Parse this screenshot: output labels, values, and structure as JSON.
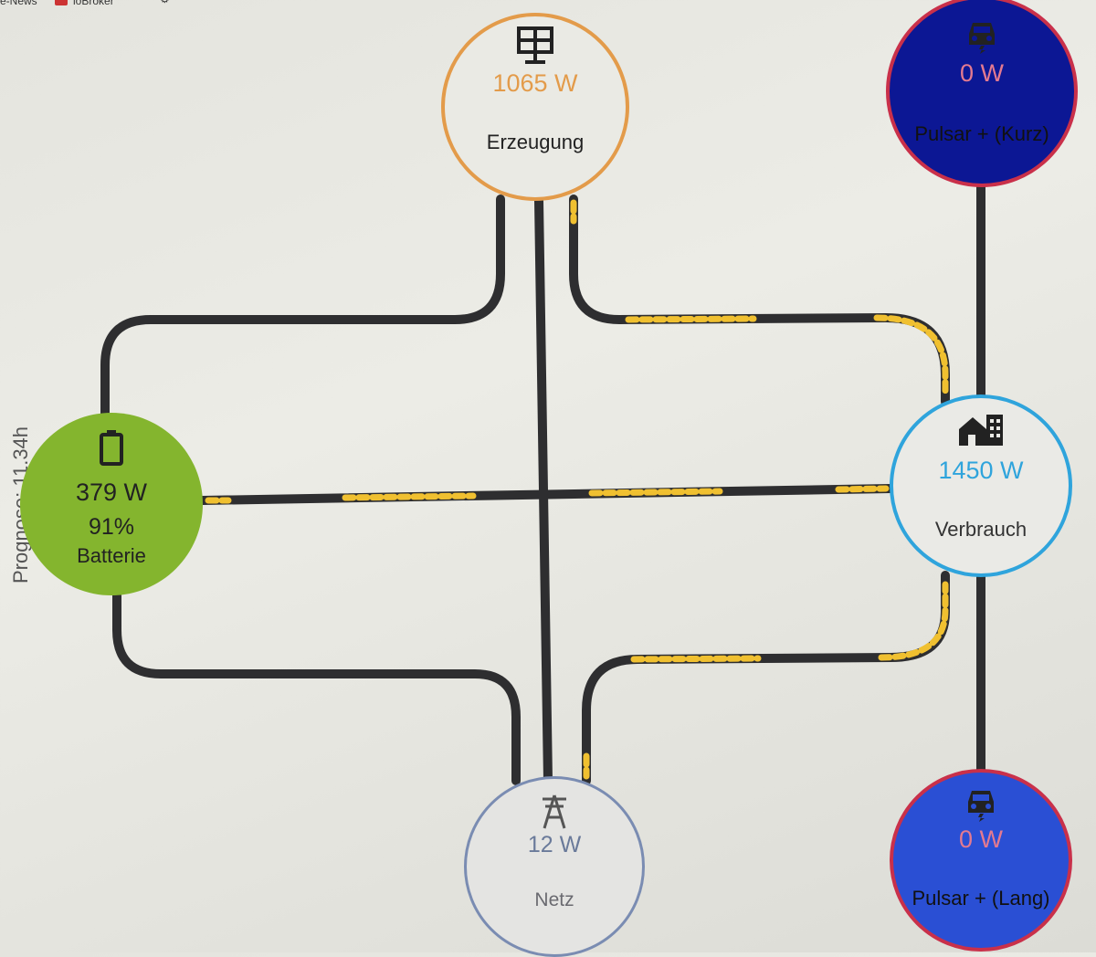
{
  "browser": {
    "tab1": "e-News",
    "tab2": "ioBroker"
  },
  "sidebar": {
    "forecast_label": "Prognose: 11.34h"
  },
  "nodes": {
    "production": {
      "value": "1065 W",
      "label": "Erzeugung",
      "icon": "solar-panel-icon",
      "color": "#e39b4a"
    },
    "battery": {
      "value": "379 W",
      "percent": "91%",
      "label": "Batterie",
      "icon": "battery-icon",
      "color": "#84b52e"
    },
    "consumption": {
      "value": "1450 W",
      "label": "Verbrauch",
      "icon": "house-icon",
      "color": "#2fa4dc"
    },
    "grid": {
      "value": "12 W",
      "label": "Netz",
      "icon": "power-pylon-icon",
      "color": "#7a8cb2"
    },
    "ev_short": {
      "value": "0 W",
      "label": "Pulsar + (Kurz)",
      "icon": "car-charging-icon",
      "color": "#0c1794"
    },
    "ev_long": {
      "value": "0 W",
      "label": "Pulsar + (Lang)",
      "icon": "car-charging-icon",
      "color": "#2a4fd4"
    }
  },
  "flow_colors": {
    "line": "#2e2e30",
    "active_dots": "#f0c030"
  }
}
